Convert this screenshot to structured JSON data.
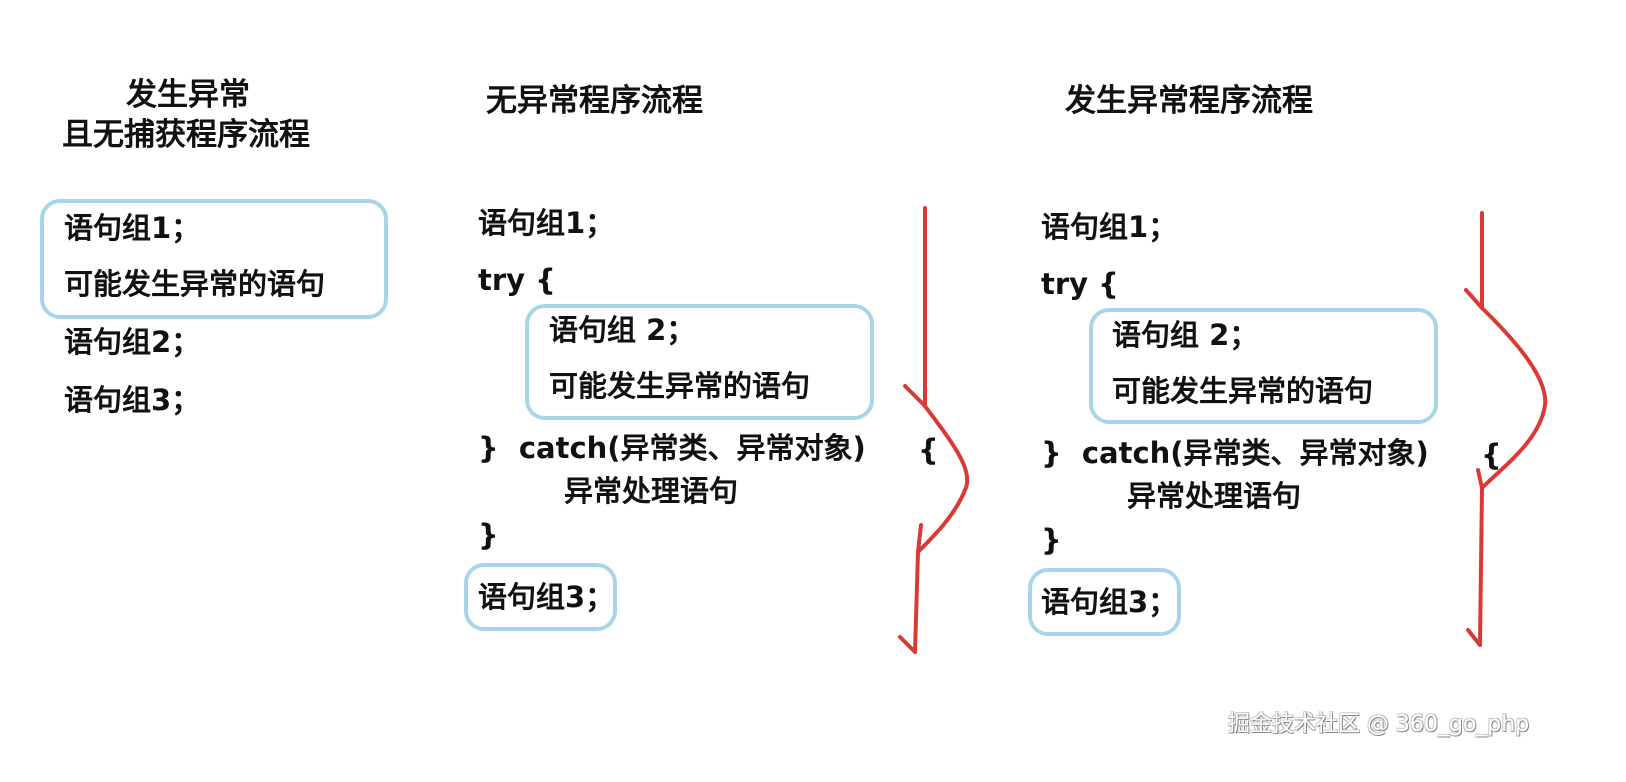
{
  "panels": {
    "uncaught": {
      "title_line1": "发生异常",
      "title_line2": "且无捕获程序流程",
      "lines": [
        "语句组1；",
        "可能发生异常的语句",
        "语句组2；",
        "语句组3；"
      ]
    },
    "no_exception": {
      "title": "无异常程序流程",
      "lines": [
        "语句组1；",
        "try {",
        "语句组 2；",
        "可能发生异常的语句",
        "}  catch(异常类、异常对象)",
        "{",
        "异常处理语句",
        "}",
        "语句组3；"
      ]
    },
    "with_exception": {
      "title": "发生异常程序流程",
      "lines": [
        "语句组1；",
        "try {",
        "语句组 2；",
        "可能发生异常的语句",
        "}  catch(异常类、异常对象)",
        "{",
        "异常处理语句",
        "}",
        "语句组3；"
      ]
    }
  },
  "colors": {
    "highlight_box": "#a8d6e6",
    "flow_arrow": "#d93a35",
    "text": "#111111"
  },
  "watermark": "掘金技术社区 @ 360_go_php"
}
